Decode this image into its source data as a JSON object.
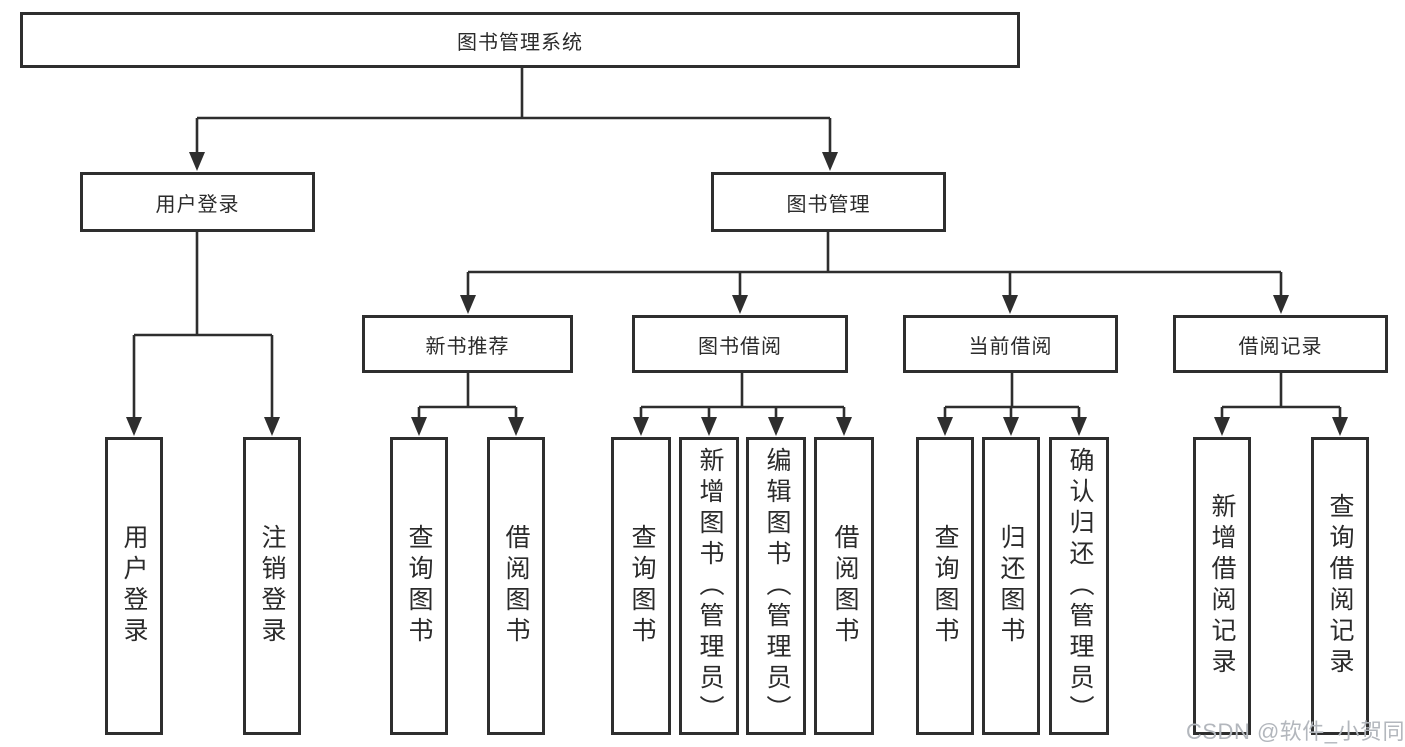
{
  "tree": {
    "label": "图书管理系统",
    "children": [
      {
        "label": "用户登录",
        "children": [
          {
            "label": "用户登录"
          },
          {
            "label": "注销登录"
          }
        ]
      },
      {
        "label": "图书管理",
        "children": [
          {
            "label": "新书推荐",
            "children": [
              {
                "label": "查询图书"
              },
              {
                "label": "借阅图书"
              }
            ]
          },
          {
            "label": "图书借阅",
            "children": [
              {
                "label": "查询图书"
              },
              {
                "label": "新增图书（管理员）"
              },
              {
                "label": "编辑图书（管理员）"
              },
              {
                "label": "借阅图书"
              }
            ]
          },
          {
            "label": "当前借阅",
            "children": [
              {
                "label": "查询图书"
              },
              {
                "label": "归还图书"
              },
              {
                "label": "确认归还（管理员）"
              }
            ]
          },
          {
            "label": "借阅记录",
            "children": [
              {
                "label": "新增借阅记录"
              },
              {
                "label": "查询借阅记录"
              }
            ]
          }
        ]
      }
    ]
  },
  "watermark": {
    "text": "CSDN @软件_小贺同学"
  },
  "colors": {
    "line": "#2e2e2e",
    "text": "#2b2b2b",
    "background": "#ffffff",
    "watermark": "#b3b7bd"
  }
}
